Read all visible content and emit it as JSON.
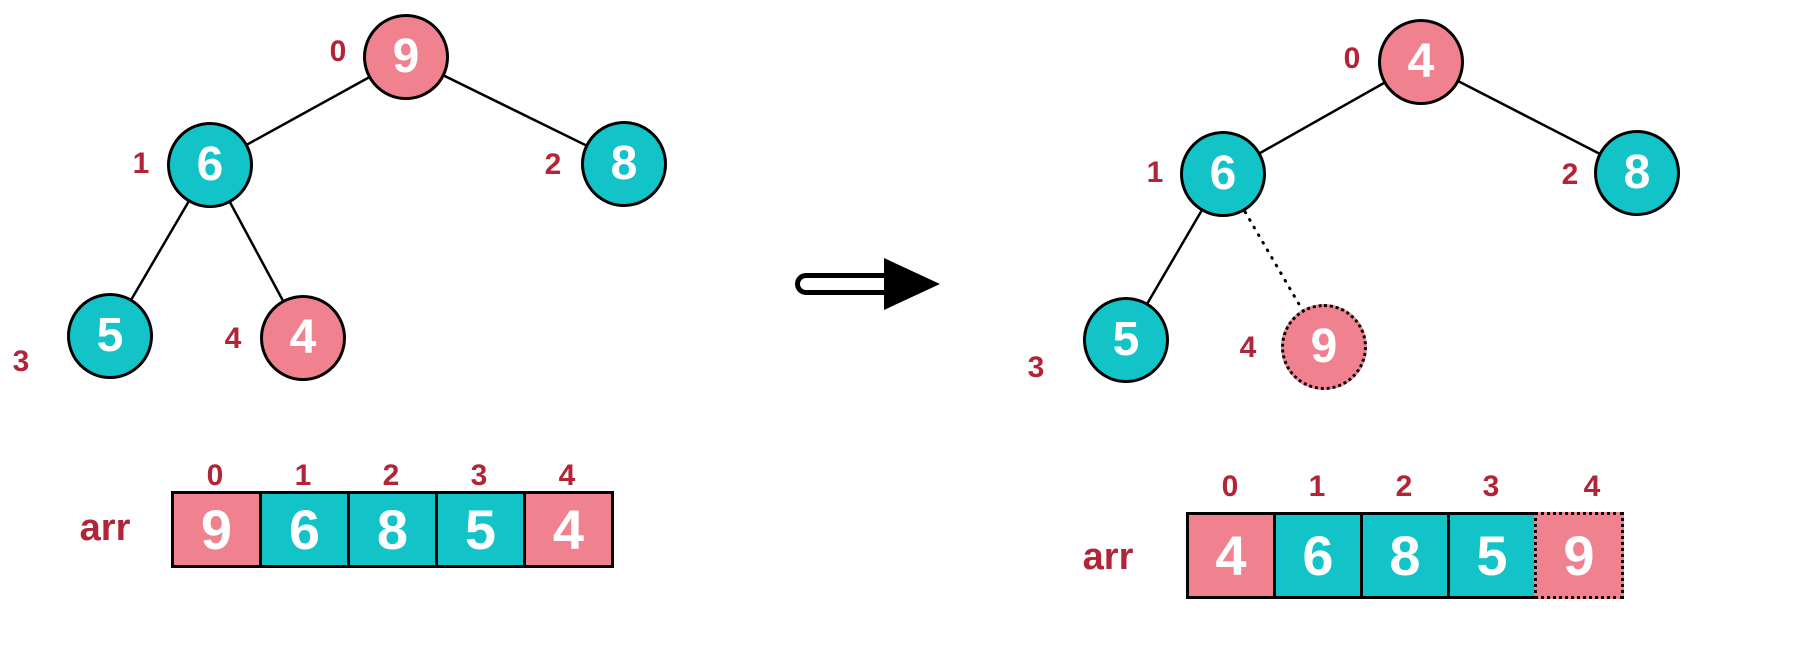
{
  "colors": {
    "node_pink": "#F0818F",
    "node_teal": "#12C3C8",
    "index_red": "#B22438",
    "node_text": "#FFFFFF",
    "outline": "#000000"
  },
  "before": {
    "tree": {
      "nodes": [
        {
          "index": "0",
          "value": "9",
          "color": "pink",
          "style": "solid"
        },
        {
          "index": "1",
          "value": "6",
          "color": "teal",
          "style": "solid"
        },
        {
          "index": "2",
          "value": "8",
          "color": "teal",
          "style": "solid"
        },
        {
          "index": "3",
          "value": "5",
          "color": "teal",
          "style": "solid"
        },
        {
          "index": "4",
          "value": "4",
          "color": "pink",
          "style": "solid"
        }
      ]
    },
    "array": {
      "label": "arr",
      "indices": [
        "0",
        "1",
        "2",
        "3",
        "4"
      ],
      "cells": [
        {
          "value": "9",
          "color": "pink",
          "style": "solid"
        },
        {
          "value": "6",
          "color": "teal",
          "style": "solid"
        },
        {
          "value": "8",
          "color": "teal",
          "style": "solid"
        },
        {
          "value": "5",
          "color": "teal",
          "style": "solid"
        },
        {
          "value": "4",
          "color": "pink",
          "style": "solid"
        }
      ]
    }
  },
  "after": {
    "tree": {
      "nodes": [
        {
          "index": "0",
          "value": "4",
          "color": "pink",
          "style": "solid"
        },
        {
          "index": "1",
          "value": "6",
          "color": "teal",
          "style": "solid"
        },
        {
          "index": "2",
          "value": "8",
          "color": "teal",
          "style": "solid"
        },
        {
          "index": "3",
          "value": "5",
          "color": "teal",
          "style": "solid"
        },
        {
          "index": "4",
          "value": "9",
          "color": "pink",
          "style": "dotted"
        }
      ]
    },
    "array": {
      "label": "arr",
      "indices": [
        "0",
        "1",
        "2",
        "3",
        "4"
      ],
      "cells": [
        {
          "value": "4",
          "color": "pink",
          "style": "solid"
        },
        {
          "value": "6",
          "color": "teal",
          "style": "solid"
        },
        {
          "value": "8",
          "color": "teal",
          "style": "solid"
        },
        {
          "value": "5",
          "color": "teal",
          "style": "solid"
        },
        {
          "value": "9",
          "color": "pink",
          "style": "dotted"
        }
      ]
    }
  }
}
